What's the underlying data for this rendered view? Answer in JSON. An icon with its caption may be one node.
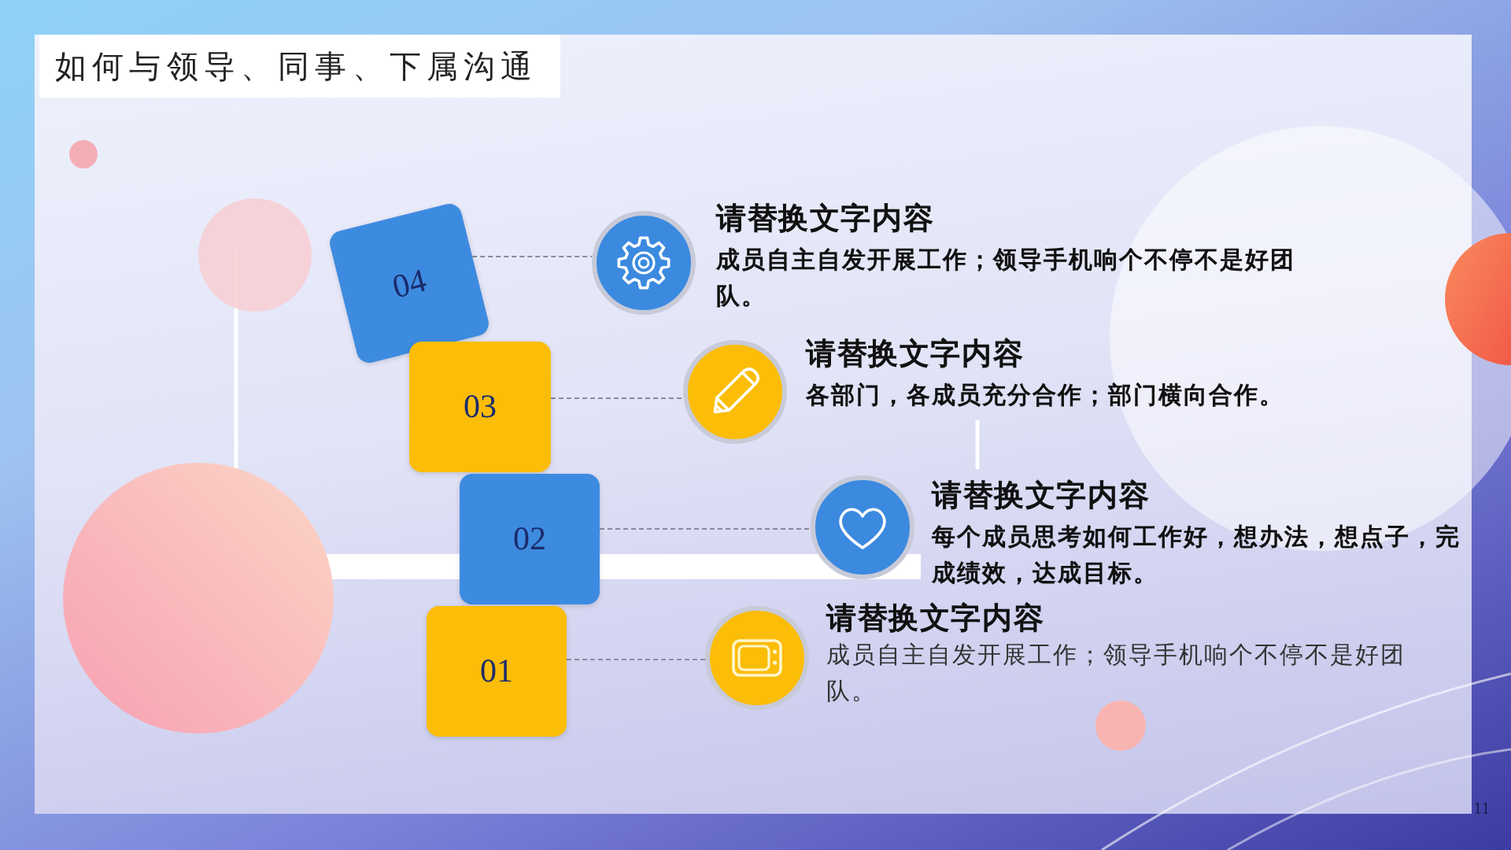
{
  "diagram": {
    "title": "如何与领导、同事、下属沟通",
    "nodes": [
      {
        "text": [
          "04"
        ]
      },
      {
        "text": [
          "请替换文字内容",
          "成员自主自发开展工作；领导手机响个不停不是好团队。"
        ]
      },
      {
        "text": [
          "03"
        ]
      },
      {
        "text": [
          "请替换文字内容",
          "各部门，各成员充分合作；部门横向合作。"
        ]
      },
      {
        "text": [
          "02"
        ]
      },
      {
        "text": [
          "请替换文字内容",
          "每个成员思考如何工作好，想办法，想点子，完成绩效，达成目标。"
        ]
      },
      {
        "text": [
          "01"
        ]
      },
      {
        "text": [
          "请替换文字内容",
          "成员自主自发开展工作；领导手机响个不停不是好团队。"
        ]
      }
    ],
    "edges": [
      {
        "from": 0,
        "to": 1,
        "arrow": "none",
        "style": "dashed"
      },
      {
        "from": 2,
        "to": 3,
        "arrow": "none",
        "style": "dashed"
      },
      {
        "from": 4,
        "to": 5,
        "arrow": "none",
        "style": "dashed"
      },
      {
        "from": 6,
        "to": 7,
        "arrow": "none",
        "style": "dashed"
      }
    ],
    "labels": [
      "11"
    ]
  }
}
